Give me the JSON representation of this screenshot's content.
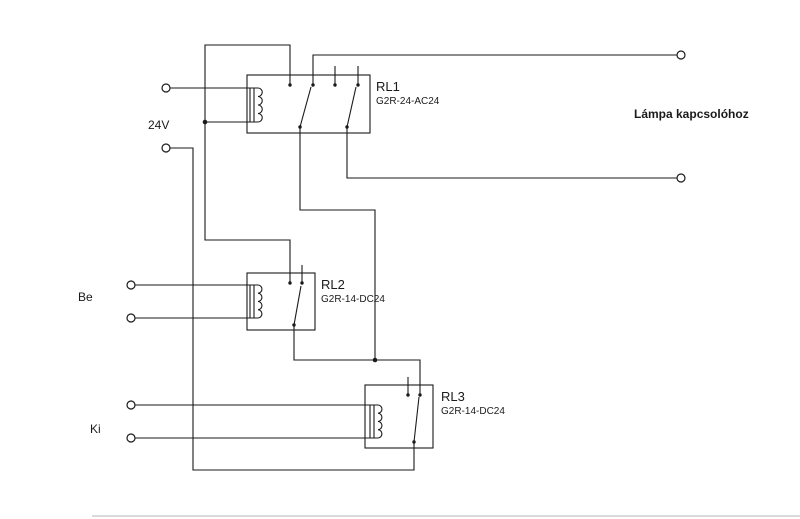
{
  "diagram": {
    "background_color": "#ffffff",
    "line_color": "#1a1a1a",
    "labels": {
      "supply": "24V",
      "on": "Be",
      "off": "Ki",
      "output": "Lámpa kapcsolóhoz"
    },
    "relays": [
      {
        "name": "RL1",
        "model": "G2R-24-AC24"
      },
      {
        "name": "RL2",
        "model": "G2R-14-DC24"
      },
      {
        "name": "RL3",
        "model": "G2R-14-DC24"
      }
    ]
  }
}
